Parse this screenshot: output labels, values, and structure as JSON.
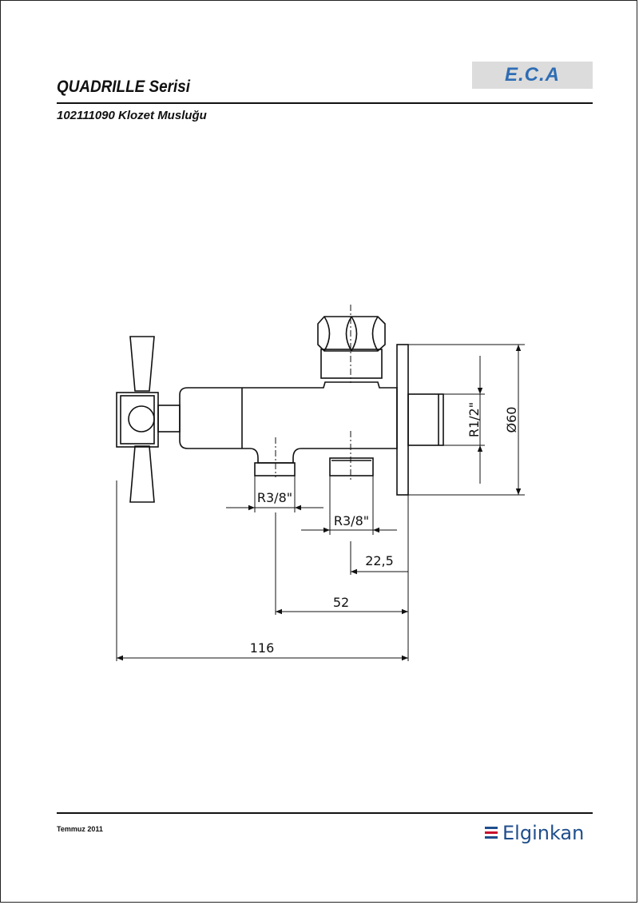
{
  "header": {
    "series_title": "QUADRILLE Serisi",
    "product_title": "102111090 Klozet Musluğu"
  },
  "brand": {
    "logo_text": "E.C.A"
  },
  "footer": {
    "date": "Temmuz 2011",
    "company": "Elginkan"
  },
  "drawing": {
    "dimensions": {
      "outlet_left_thread": "R3/8\"",
      "outlet_right_thread": "R3/8\"",
      "inlet_thread": "R1/2\"",
      "flange_diameter": "Ø60",
      "outlet_offset": "22,5",
      "outlet_spacing": "52",
      "overall_length": "116"
    }
  },
  "colors": {
    "brand_blue": "#2e6db4",
    "footer_blue": "#1f4e8c",
    "footer_red": "#c8102e",
    "line": "#111111"
  }
}
